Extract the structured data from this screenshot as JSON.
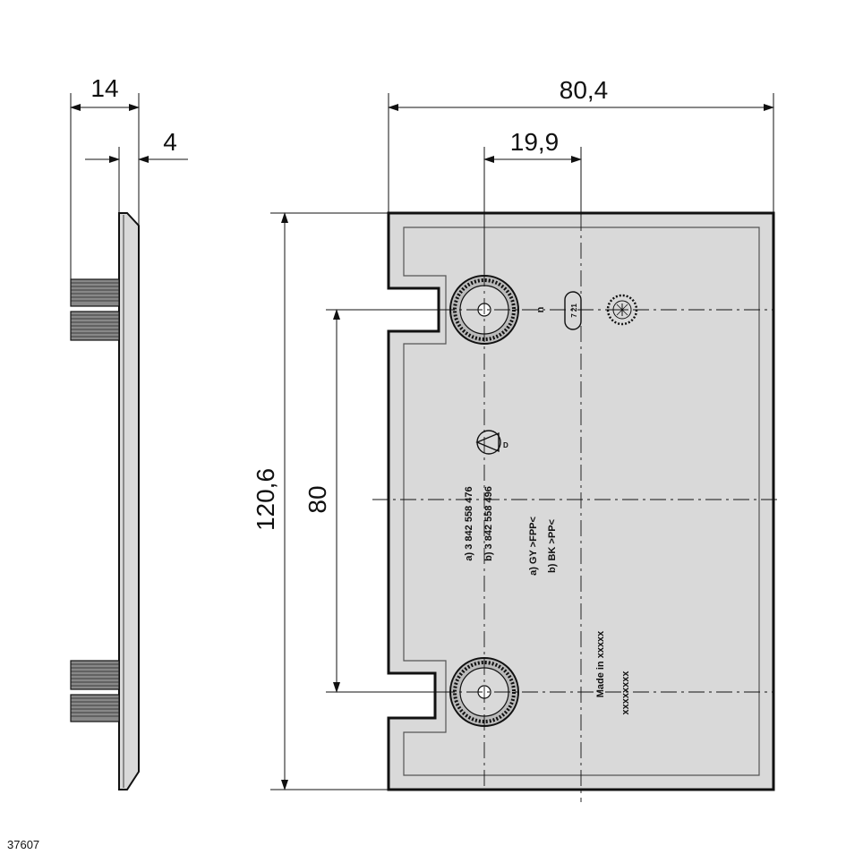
{
  "dimensions": {
    "side_width": "14",
    "side_offset": "4",
    "overall_width": "80,4",
    "hole_offset": "19,9",
    "overall_height": "120,6",
    "hole_spacing": "80"
  },
  "markings": {
    "part_a": "a) 3 842 558 476",
    "part_b": "b) 3 842 558 496",
    "color_a": "a) GY >FPP<",
    "color_b": "b) BK >PP<",
    "made_in": "Made in xxxxx",
    "made_in_code": "xxxxxxxx",
    "n_mark": "n",
    "cert_mark": "D",
    "date_mark": "7 21"
  },
  "drawing_number": "37607",
  "colors": {
    "plate_fill": "#d9d9d9",
    "line": "#111111"
  }
}
